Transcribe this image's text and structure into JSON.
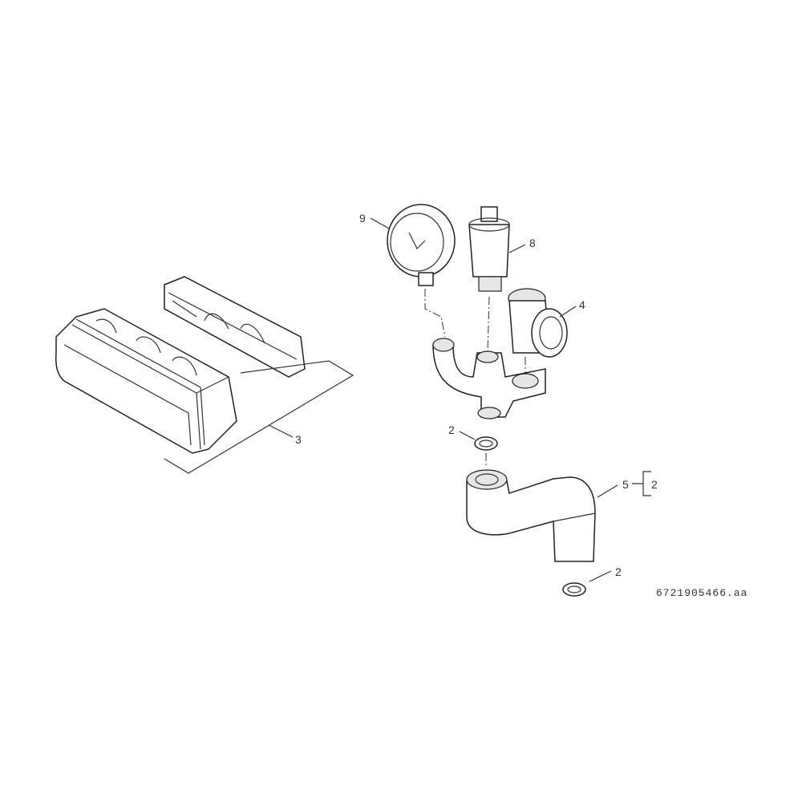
{
  "callouts": {
    "gauge": "9",
    "air_vent": "8",
    "safety_valve": "4",
    "seal_upper": "2",
    "insulation": "3",
    "pipe_bend": "5",
    "pipe_bend_bracket": "2",
    "seal_lower": "2"
  },
  "drawing_code": "6721905466.aa"
}
